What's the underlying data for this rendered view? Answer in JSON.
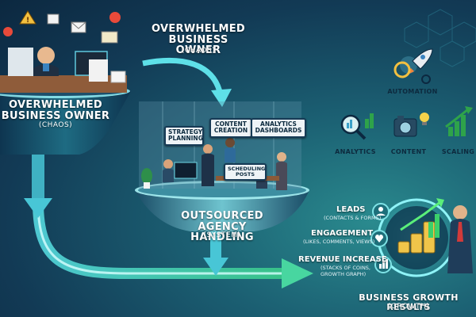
{
  "top_label": {
    "title_line1": "OVERWHELMED",
    "title_line2": "BUSINESS OWNER",
    "subtitle": "(CHAOS)"
  },
  "left_funnel": {
    "title_line1": "OVERWHELMED",
    "title_line2": "BUSINESS OWNER",
    "subtitle": "(CHAOS)"
  },
  "agency": {
    "signs": {
      "strategy_line1": "STRATEGY",
      "strategy_line2": "PLANNING",
      "content_line1": "CONTENT",
      "content_line2": "CREATION",
      "analytics_line1": "ANALYTICS",
      "analytics_line2": "DASHBOARDS",
      "scheduling_line1": "SCHEDULING",
      "scheduling_line2": "POSTS"
    },
    "title_line1": "OUTSOURCED AGENCY",
    "title_line2": "HANDLING",
    "subtitle": "(SYSTEM)"
  },
  "services": {
    "automation": "AUTOMATION",
    "analytics": "ANALYTICS",
    "content": "CONTENT",
    "scaling": "SCALING"
  },
  "metrics": {
    "leads_title": "LEADS",
    "leads_sub": "(CONTACTS & FORMS)",
    "engagement_title": "ENGAGEMENT",
    "engagement_sub": "(LIKES, COMMENTS, VIEWS)",
    "revenue_title": "REVENUE INCREASE",
    "revenue_sub_line1": "(STACKS OF COINS,",
    "revenue_sub_line2": "GROWTH GRAPH)"
  },
  "results": {
    "title": "BUSINESS GROWTH RESULTS",
    "subtitle": "(GROWTH)"
  },
  "colors": {
    "accent": "#7fe3e6",
    "navy": "#0c2840",
    "teal": "#1d6f7a"
  },
  "icons": [
    "warning-icon",
    "email-icon",
    "gear-icon",
    "rocket-icon",
    "magnifier-chart-icon",
    "camera-icon",
    "lightbulb-icon",
    "growth-chart-icon",
    "user-icon",
    "heart-icon",
    "bar-chart-icon",
    "coin-icon"
  ]
}
